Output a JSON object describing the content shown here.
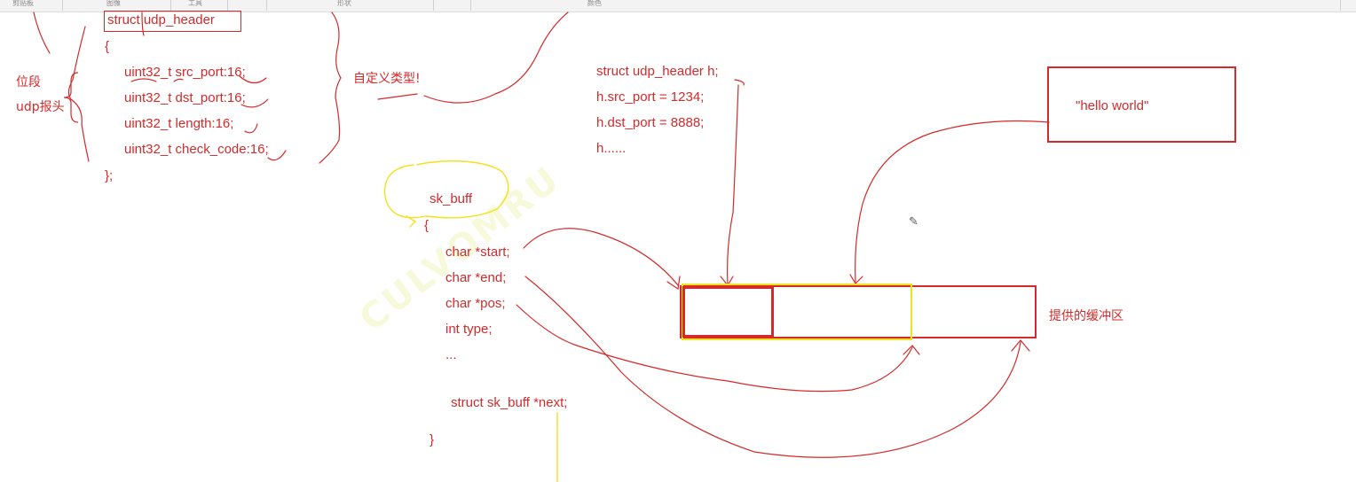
{
  "ribbon": {
    "groups": [
      "剪贴板",
      "图像",
      "工具",
      "形状",
      "颜色"
    ]
  },
  "left_notes": {
    "bitfield": "位段",
    "udp_header_cn": "udp报头",
    "custom_type": "自定义类型!"
  },
  "struct_udp": {
    "title": "struct udp_header",
    "open": "{",
    "fields": [
      "uint32_t src_port:16;",
      "uint32_t dst_port:16;",
      "uint32_t length:16;",
      "uint32_t check_code:16;"
    ],
    "close": "};"
  },
  "usage": {
    "lines": [
      "struct udp_header h;",
      "h.src_port = 1234;",
      "h.dst_port = 8888;",
      "h......"
    ]
  },
  "payload": {
    "text": "\"hello world\""
  },
  "sk_buff": {
    "title": "sk_buff",
    "open": "{",
    "fields": [
      "char *start;",
      "char *end;",
      "char *pos;",
      "int type;",
      "..."
    ],
    "next": "struct sk_buff *next;",
    "close": "}"
  },
  "buffer": {
    "label": "提供的缓冲区"
  },
  "watermark": {
    "text": "CULVOMRU"
  },
  "colors": {
    "ink_red": "#d42a2a",
    "highlight_yellow": "#f2e21c"
  }
}
